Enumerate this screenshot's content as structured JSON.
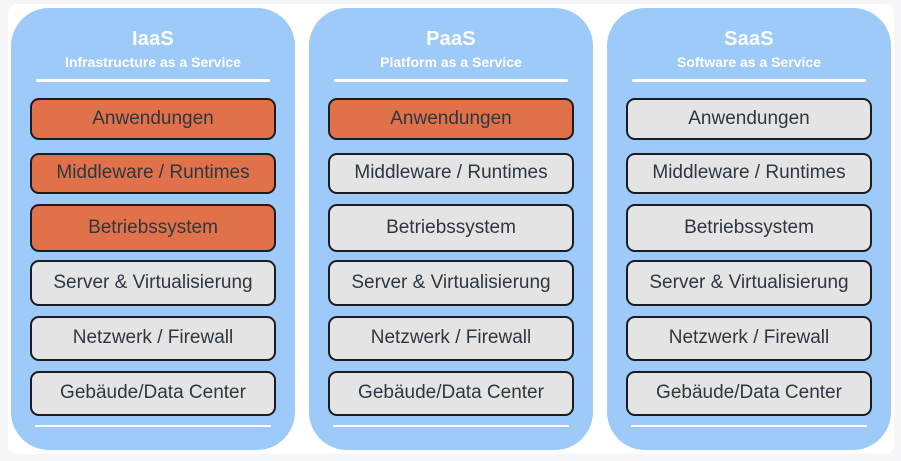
{
  "colors": {
    "page_bg": "#f6f6f8",
    "card_bg": "#ffffff",
    "panel_blue": "#9dcaf9",
    "managed_orange": "#e0714b",
    "layer_gray": "#e4e4e4",
    "box_border": "#1a1c1f",
    "box_text": "#2e3740",
    "header_text": "#ffffff"
  },
  "columns": [
    {
      "id": "iaas",
      "title": "IaaS",
      "subtitle": "Infrastructure as a Service",
      "layers": [
        {
          "label": "Anwendungen",
          "highlighted": true
        },
        {
          "label": "Middleware / Runtimes",
          "highlighted": true
        },
        {
          "label": "Betriebssystem",
          "highlighted": true
        },
        {
          "label": "Server & Virtualisierung",
          "highlighted": false
        },
        {
          "label": "Netzwerk / Firewall",
          "highlighted": false
        },
        {
          "label": "Gebäude/Data Center",
          "highlighted": false
        }
      ]
    },
    {
      "id": "paas",
      "title": "PaaS",
      "subtitle": "Platform as a Service",
      "layers": [
        {
          "label": "Anwendungen",
          "highlighted": true
        },
        {
          "label": "Middleware / Runtimes",
          "highlighted": false
        },
        {
          "label": "Betriebssystem",
          "highlighted": false
        },
        {
          "label": "Server & Virtualisierung",
          "highlighted": false
        },
        {
          "label": "Netzwerk / Firewall",
          "highlighted": false
        },
        {
          "label": "Gebäude/Data Center",
          "highlighted": false
        }
      ]
    },
    {
      "id": "saas",
      "title": "SaaS",
      "subtitle": "Software as a Service",
      "layers": [
        {
          "label": "Anwendungen",
          "highlighted": false
        },
        {
          "label": "Middleware / Runtimes",
          "highlighted": false
        },
        {
          "label": "Betriebssystem",
          "highlighted": false
        },
        {
          "label": "Server & Virtualisierung",
          "highlighted": false
        },
        {
          "label": "Netzwerk / Firewall",
          "highlighted": false
        },
        {
          "label": "Gebäude/Data Center",
          "highlighted": false
        }
      ]
    }
  ]
}
